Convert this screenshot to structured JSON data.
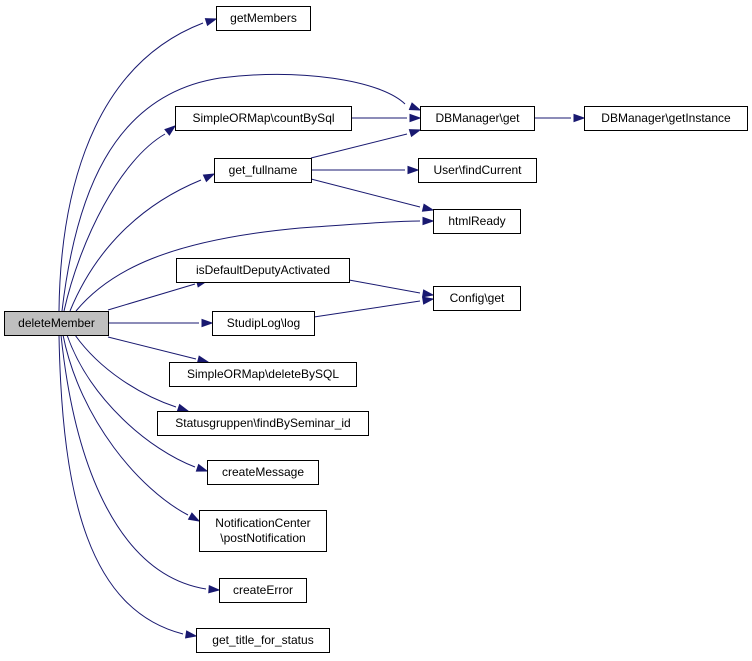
{
  "colors": {
    "node_fill": "#ffffff",
    "root_fill": "#bfbfbf",
    "node_border": "#000000",
    "edge": "#191970"
  },
  "nodes": {
    "deleteMember": {
      "lines": [
        "deleteMember"
      ],
      "root": true
    },
    "getMembers": {
      "lines": [
        "getMembers"
      ]
    },
    "countBySql": {
      "lines": [
        "SimpleORMap\\countBySql"
      ]
    },
    "dbget": {
      "lines": [
        "DBManager\\get"
      ]
    },
    "getInstance": {
      "lines": [
        "DBManager\\getInstance"
      ]
    },
    "get_fullname": {
      "lines": [
        "get_fullname"
      ]
    },
    "findCurrent": {
      "lines": [
        "User\\findCurrent"
      ]
    },
    "htmlReady": {
      "lines": [
        "htmlReady"
      ]
    },
    "isDefaultDeputyActivated": {
      "lines": [
        "isDefaultDeputyActivated"
      ]
    },
    "configget": {
      "lines": [
        "Config\\get"
      ]
    },
    "studiplog": {
      "lines": [
        "StudipLog\\log"
      ]
    },
    "deleteBySQL": {
      "lines": [
        "SimpleORMap\\deleteBySQL"
      ]
    },
    "findBySeminar": {
      "lines": [
        "Statusgruppen\\findBySeminar_id"
      ]
    },
    "createMessage": {
      "lines": [
        "createMessage"
      ]
    },
    "postNotification": {
      "lines": [
        "NotificationCenter",
        "\\postNotification"
      ]
    },
    "createError": {
      "lines": [
        "createError"
      ]
    },
    "getTitleForStatus": {
      "lines": [
        "get_title_for_status"
      ]
    }
  },
  "edges": [
    {
      "from": "deleteMember",
      "to": "getMembers"
    },
    {
      "from": "deleteMember",
      "to": "dbget"
    },
    {
      "from": "deleteMember",
      "to": "countBySql"
    },
    {
      "from": "deleteMember",
      "to": "get_fullname"
    },
    {
      "from": "deleteMember",
      "to": "htmlReady"
    },
    {
      "from": "deleteMember",
      "to": "isDefaultDeputyActivated"
    },
    {
      "from": "deleteMember",
      "to": "studiplog"
    },
    {
      "from": "deleteMember",
      "to": "deleteBySQL"
    },
    {
      "from": "deleteMember",
      "to": "findBySeminar"
    },
    {
      "from": "deleteMember",
      "to": "createMessage"
    },
    {
      "from": "deleteMember",
      "to": "postNotification"
    },
    {
      "from": "deleteMember",
      "to": "createError"
    },
    {
      "from": "deleteMember",
      "to": "getTitleForStatus"
    },
    {
      "from": "countBySql",
      "to": "dbget"
    },
    {
      "from": "dbget",
      "to": "getInstance"
    },
    {
      "from": "get_fullname",
      "to": "dbget"
    },
    {
      "from": "get_fullname",
      "to": "findCurrent"
    },
    {
      "from": "get_fullname",
      "to": "htmlReady"
    },
    {
      "from": "isDefaultDeputyActivated",
      "to": "configget"
    },
    {
      "from": "studiplog",
      "to": "configget"
    }
  ]
}
